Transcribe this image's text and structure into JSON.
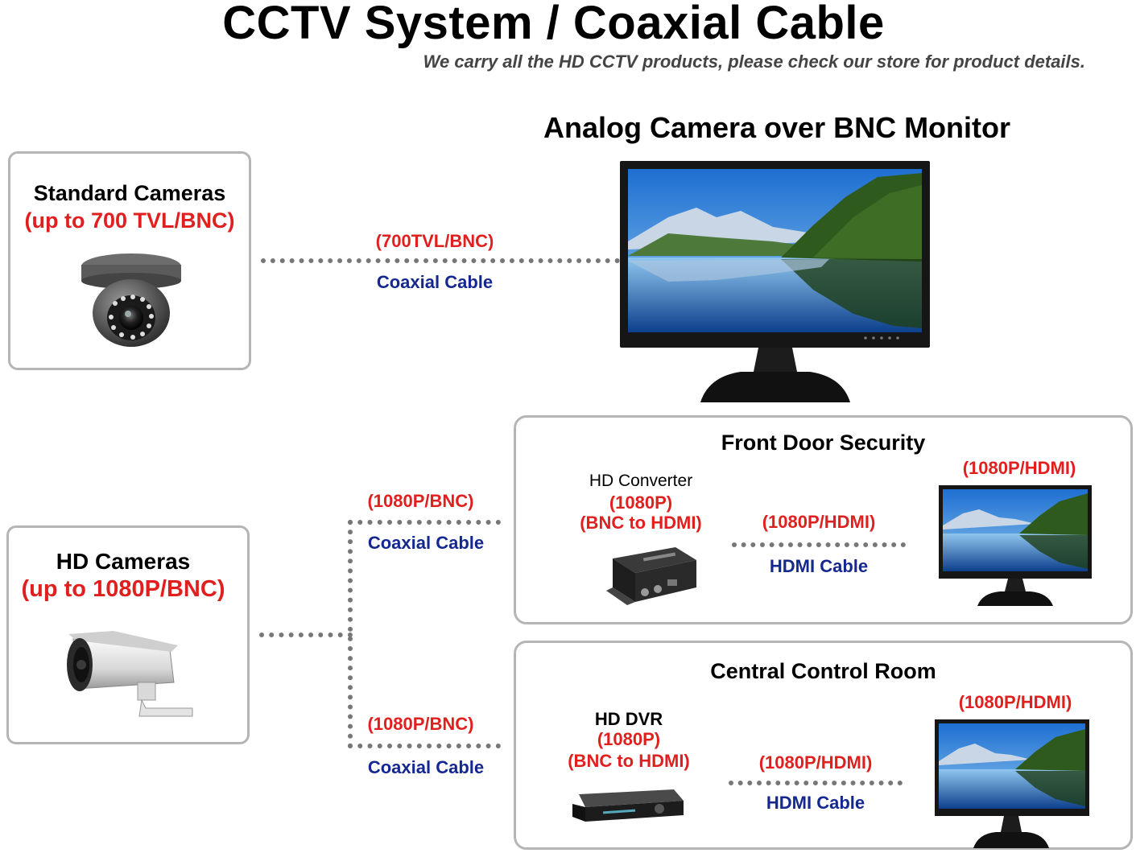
{
  "header": {
    "title": "CCTV System / Coaxial Cable",
    "subtitle": "We carry all the HD CCTV products, please check our store for product details."
  },
  "analog": {
    "monitor_title": "Analog Camera over BNC Monitor",
    "camera_box": {
      "title": "Standard Cameras",
      "spec": "(up to 700 TVL/BNC)"
    },
    "link": {
      "spec": "(700TVL/BNC)",
      "cable": "Coaxial Cable"
    }
  },
  "hd": {
    "camera_box": {
      "title": "HD Cameras",
      "spec": "(up to 1080P/BNC)"
    },
    "link_top": {
      "spec": "(1080P/BNC)",
      "cable": "Coaxial Cable"
    },
    "link_bottom": {
      "spec": "(1080P/BNC)",
      "cable": "Coaxial Cable"
    }
  },
  "front_door": {
    "title": "Front Door Security",
    "device_name": "HD Converter",
    "device_res": "(1080P)",
    "device_io": "(BNC to HDMI)",
    "link_spec": "(1080P/HDMI)",
    "link_cable": "HDMI Cable",
    "monitor_spec": "(1080P/HDMI)"
  },
  "control_room": {
    "title": "Central Control Room",
    "device_name": "HD DVR",
    "device_res": "(1080P)",
    "device_io": "(BNC to HDMI)",
    "link_spec": "(1080P/HDMI)",
    "link_cable": "HDMI Cable",
    "monitor_spec": "(1080P/HDMI)"
  },
  "colors": {
    "red": "#e0201f",
    "blue": "#14288f",
    "border": "#b5b5b5",
    "dots": "#777777"
  }
}
